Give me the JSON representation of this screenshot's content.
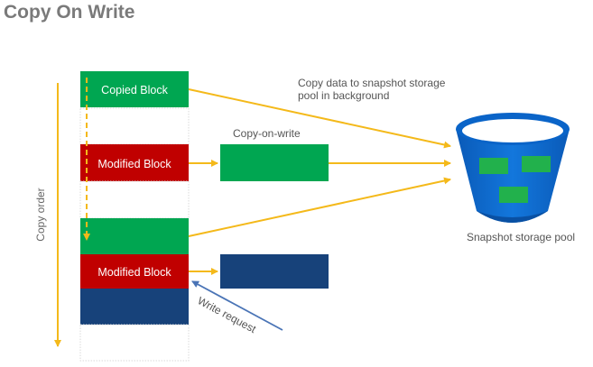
{
  "title": "Copy On Write",
  "labels": {
    "copy_order": "Copy order",
    "copied_block": "Copied Block",
    "modified_block_1": "Modified Block",
    "modified_block_2": "Modified Block",
    "copy_on_write": "Copy-on-write",
    "background_line1": "Copy data to snapshot storage",
    "background_line2": "pool in background",
    "pool": "Snapshot storage pool",
    "write_request": "Write request"
  },
  "colors": {
    "green": "#00a651",
    "red": "#c00000",
    "navy": "#17427a",
    "arrow_yellow": "#f4b91a",
    "write_arrow": "#4a74b6",
    "bucket_blue": "#0a6bd1"
  }
}
